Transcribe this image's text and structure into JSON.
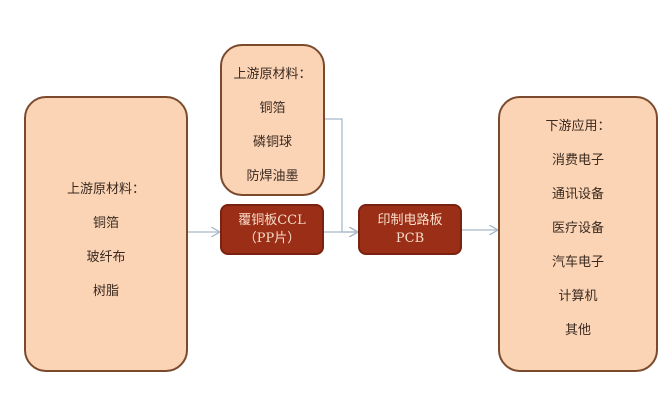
{
  "left_box": {
    "title": "上游原材料：",
    "items": [
      "铜箔",
      "玻纤布",
      "树脂"
    ]
  },
  "top_box": {
    "title": "上游原材料：",
    "items": [
      "铜箔",
      "磷铜球",
      "防焊油墨"
    ]
  },
  "ccl_box": {
    "line1": "覆铜板CCL",
    "line2": "（PP片）"
  },
  "pcb_box": {
    "line1": "印制电路板",
    "line2": "PCB"
  },
  "right_box": {
    "title": "下游应用：",
    "items": [
      "消费电子",
      "通讯设备",
      "医疗设备",
      "汽车电子",
      "计算机",
      "其他"
    ]
  },
  "colors": {
    "light_fill": "#fbd4b6",
    "dark_fill": "#9a2e17",
    "arrow": "#a9b9c9"
  }
}
